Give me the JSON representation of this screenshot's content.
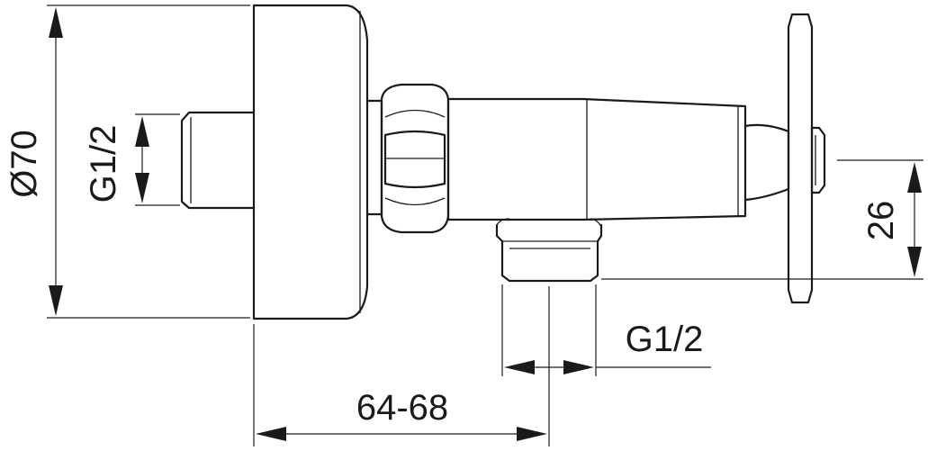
{
  "dimensions": {
    "flange_diameter": "Ø70",
    "inlet_thread": "G1/2",
    "outlet_thread": "G1/2",
    "handle_offset": "26",
    "wall_distance": "64-68"
  },
  "colors": {
    "line": "#1a1a1a",
    "background": "#ffffff"
  }
}
